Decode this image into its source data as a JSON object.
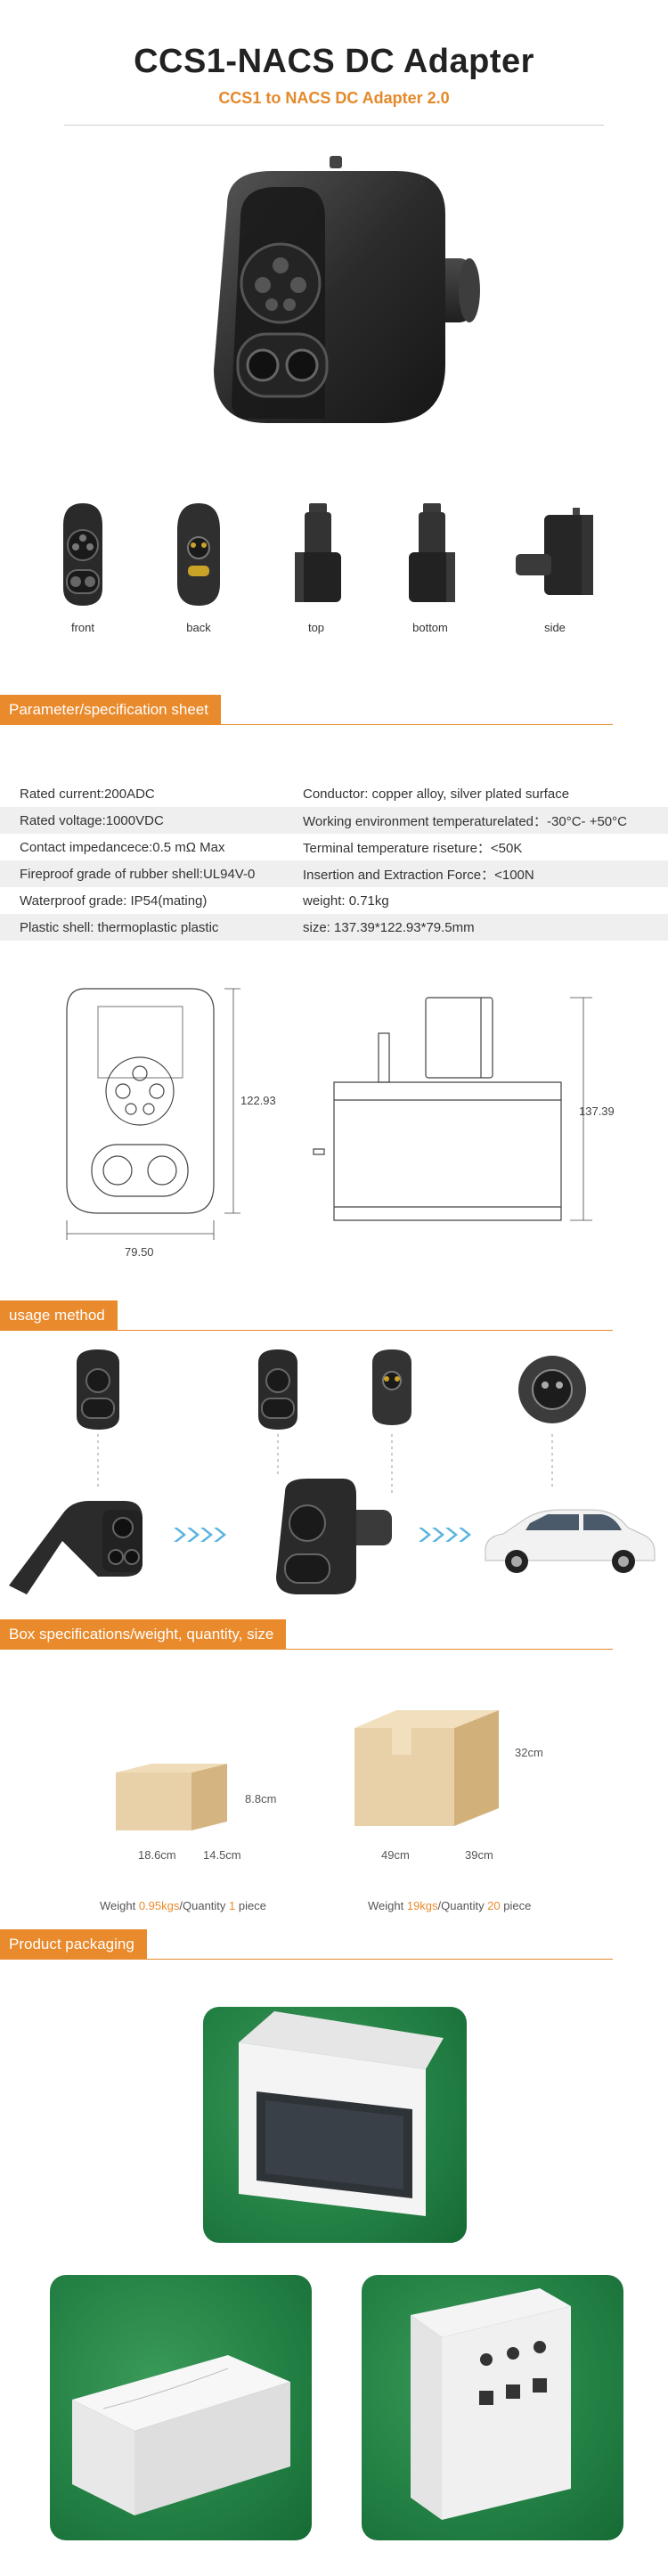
{
  "header": {
    "title": "CCS1-NACS DC Adapter",
    "subtitle": "CCS1 to NACS DC Adapter 2.0"
  },
  "views": [
    {
      "label": "front"
    },
    {
      "label": "back"
    },
    {
      "label": "top"
    },
    {
      "label": "bottom"
    },
    {
      "label": "side"
    }
  ],
  "sections": {
    "spec": "Parameter/specification sheet",
    "usage": "usage method",
    "box": "Box specifications/weight, quantity, size",
    "packaging": "Product packaging"
  },
  "spec_rows": [
    {
      "left": "Rated current:200ADC",
      "right": "Conductor: copper alloy, silver plated surface"
    },
    {
      "left": "Rated voltage:1000VDC",
      "right": "Working environment temperaturelated：-30°C- +50°C"
    },
    {
      "left": "Contact impedancece:0.5 mΩ Max",
      "right": "Terminal temperature riseture：<50K"
    },
    {
      "left": "Fireproof grade of rubber shell:UL94V-0",
      "right": "Insertion and Extraction Force：<100N"
    },
    {
      "left": "Waterproof grade: IP54(mating)",
      "right": "weight: 0.71kg"
    },
    {
      "left": "Plastic shell: thermoplastic plastic",
      "right": "size: 137.39*122.93*79.5mm"
    }
  ],
  "drawing": {
    "front_height": "122.93",
    "front_width": "79.50",
    "side_height": "137.39"
  },
  "boxes": {
    "small": {
      "length": "18.6cm",
      "width": "14.5cm",
      "height": "8.8cm",
      "weight_prefix": "Weight ",
      "weight_value": "0.95kgs",
      "qty_prefix": "/Quantity ",
      "qty_value": "1",
      "qty_suffix": " piece"
    },
    "large": {
      "length": "49cm",
      "width": "39cm",
      "height": "32cm",
      "weight_prefix": "Weight ",
      "weight_value": "19kgs",
      "qty_prefix": "/Quantity ",
      "qty_value": "20",
      "qty_suffix": " piece"
    }
  },
  "colors": {
    "accent": "#e98a2c",
    "photo_bg": "#1f7b40"
  }
}
